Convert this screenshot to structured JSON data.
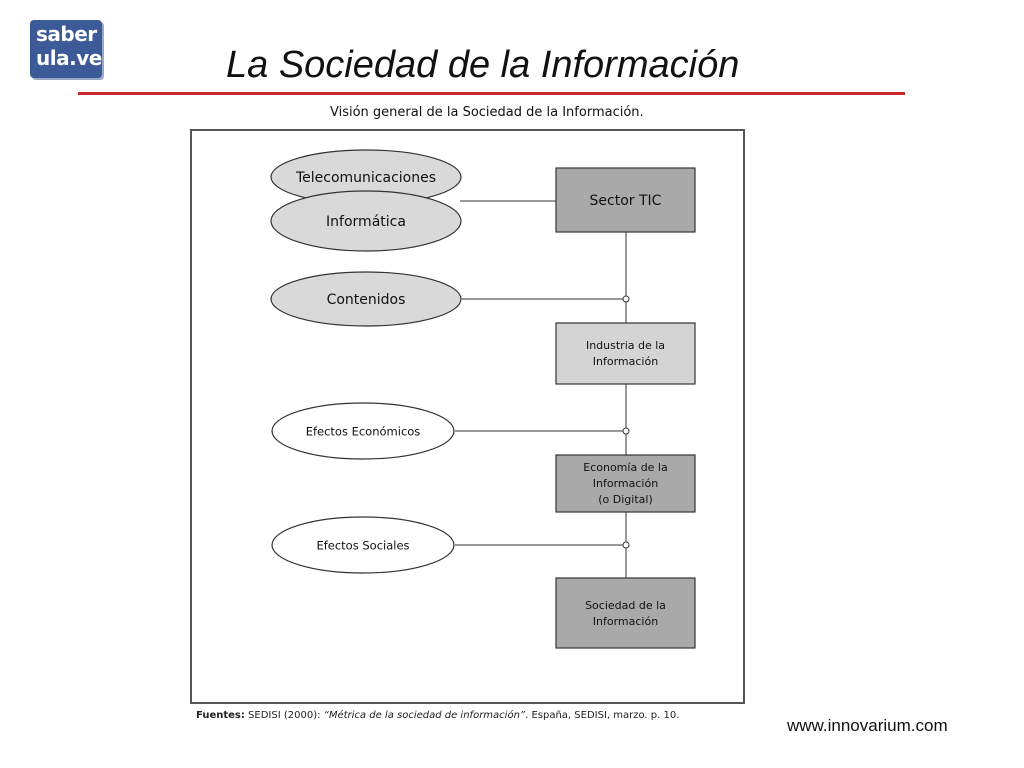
{
  "logo": {
    "line1": "saber",
    "line2": "ula.ve"
  },
  "slide": {
    "title": "La Sociedad de la Información",
    "caption": "Visión general de la Sociedad de la Información."
  },
  "diagram": {
    "ellipses": [
      {
        "label": "Telecomunicaciones"
      },
      {
        "label": "Informática"
      },
      {
        "label": "Contenidos"
      },
      {
        "label": "Efectos Económicos"
      },
      {
        "label": "Efectos Sociales"
      }
    ],
    "boxes": [
      {
        "lines": [
          "Sector TIC"
        ],
        "fill": "#a9a9a9"
      },
      {
        "lines": [
          "Industria de la",
          "Información"
        ],
        "fill": "#d4d4d4"
      },
      {
        "lines": [
          "Economía de la",
          "Información",
          "(o Digital)"
        ],
        "fill": "#a9a9a9"
      },
      {
        "lines": [
          "Sociedad de la",
          "Información"
        ],
        "fill": "#a9a9a9"
      }
    ]
  },
  "source": {
    "label": "Fuentes:",
    "text1": " SEDISI (2000): ",
    "work": "“Métrica de la sociedad de información”",
    "text2": ". España, SEDISI, marzo. p. 10."
  },
  "footer": {
    "url": "www.innovarium.com"
  }
}
